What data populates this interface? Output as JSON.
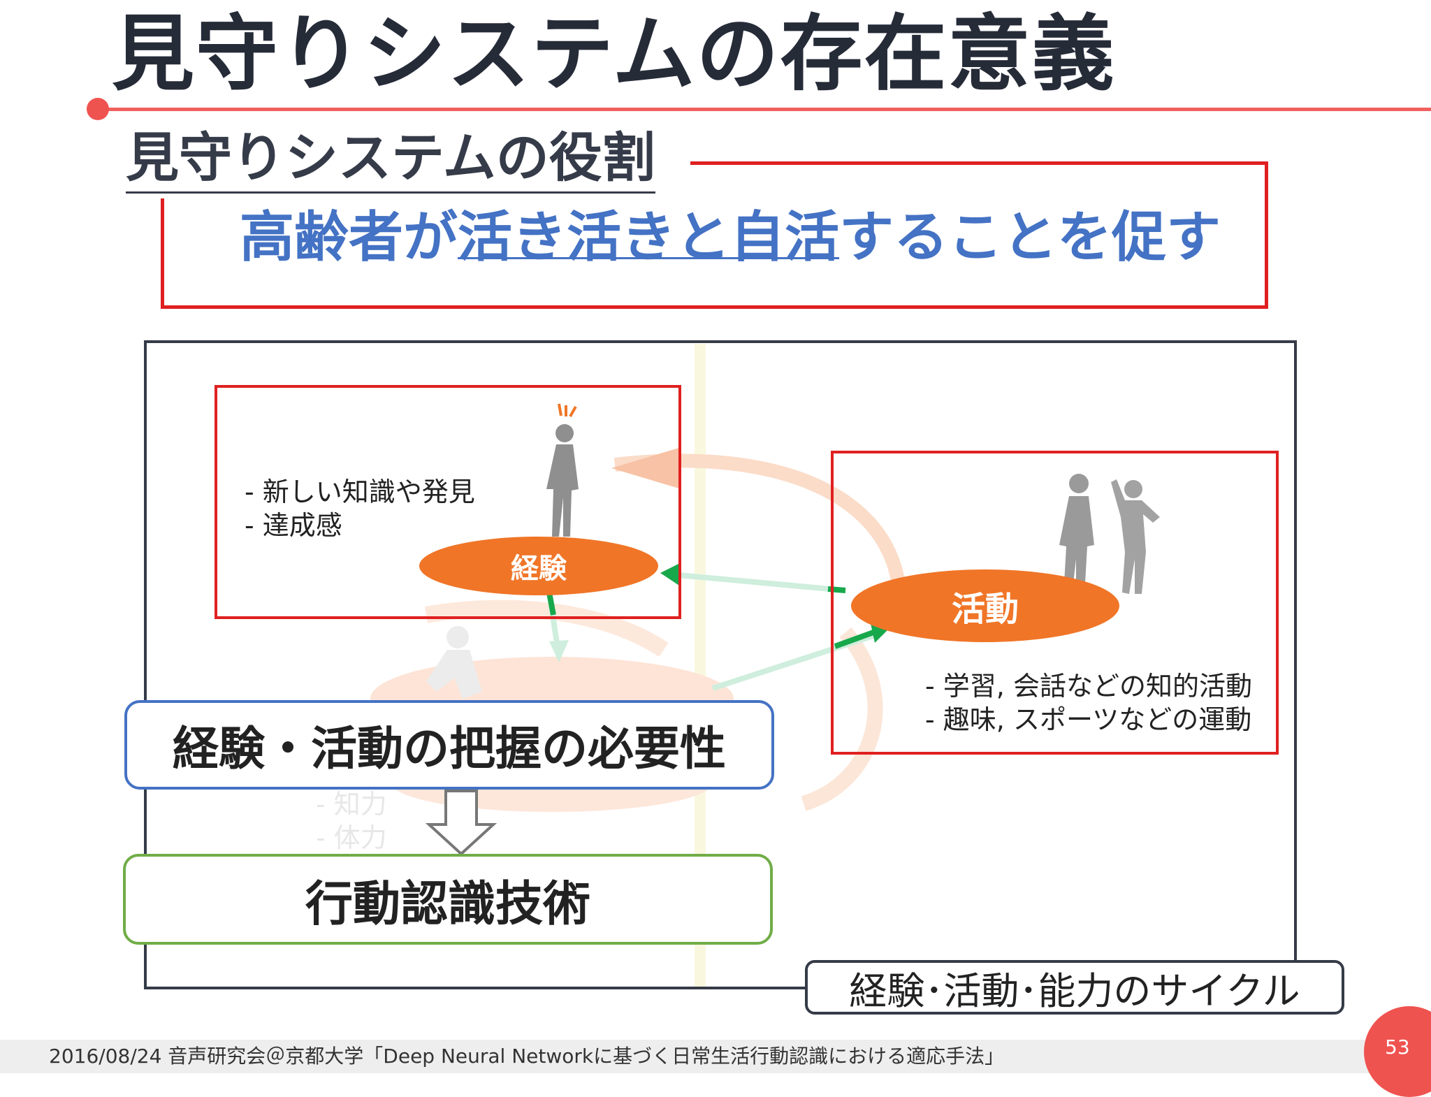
{
  "slide": {
    "title": "見守りシステムの存在意義",
    "role_heading": "見守りシステムの役割",
    "role_statement": {
      "part1": "高齢者が",
      "part2_underlined": "活き活きと自活",
      "part3": "することを促す"
    }
  },
  "diagram": {
    "experience": {
      "label": "経験",
      "items": [
        "- 新しい知識や発見",
        "- 達成感"
      ]
    },
    "activity": {
      "label": "活動",
      "items": [
        "- 学習, 会話などの知的活動",
        "- 趣味, スポーツなどの運動"
      ]
    },
    "ability_items": [
      "- 知力",
      "- 体力"
    ],
    "need_label": "経験・活動の把握の必要性",
    "tech_label": "行動認識技術",
    "cycle_label": "経験･活動･能力のサイクル"
  },
  "footer": {
    "text": "2016/08/24  音声研究会＠京都大学「Deep Neural Networkに基づく日常生活行動認識における適応手法」",
    "page_number": "53"
  },
  "colors": {
    "accent_red": "#e02020",
    "title_rule": "#f0605d",
    "statement_blue": "#4472c4",
    "ellipse_orange": "#f07527",
    "tech_green": "#70ad47",
    "arrow_green": "#18a84c"
  }
}
